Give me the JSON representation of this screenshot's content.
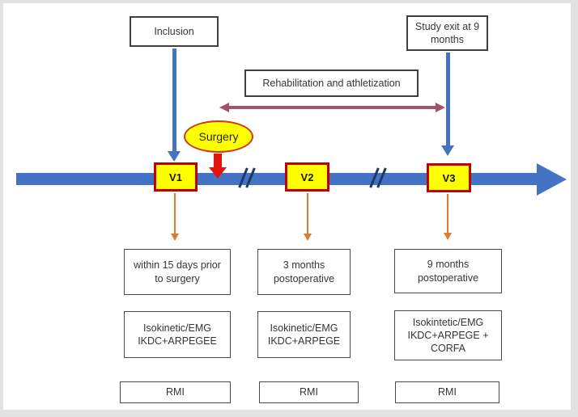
{
  "top": {
    "inclusion": "Inclusion",
    "study_exit": "Study exit at 9\nmonths",
    "rehabilitation": "Rehabilitation and athletization"
  },
  "surgery": "Surgery",
  "visits": [
    "V1",
    "V2",
    "V3"
  ],
  "columns": [
    {
      "timepoint": "within 15 days prior\nto surgery",
      "assessments": "Isokinetic/EMG\nIKDC+ARPEGEE",
      "imaging": "RMI"
    },
    {
      "timepoint": "3 months\npostoperative",
      "assessments": "Isokinetic/EMG\nIKDC+ARPEGE",
      "imaging": "RMI"
    },
    {
      "timepoint": "9 months\npostoperative",
      "assessments": "Isokintetic/EMG\nIKDC+ARPEGE +\nCORFA",
      "imaging": "RMI"
    }
  ],
  "colors": {
    "timeline_blue": "#4472c4",
    "visit_border_red": "#c00000",
    "surgery_arrow_red": "#e11509",
    "visit_fill_yellow": "#ffff00",
    "down_arrow_orange": "#dd7b33",
    "rehab_arrow_maroon": "#a0516f",
    "break_mark_navy": "#203864"
  }
}
